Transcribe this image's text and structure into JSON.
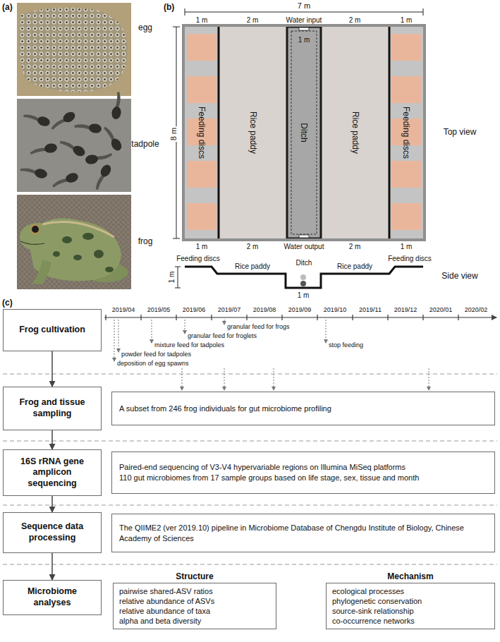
{
  "diagram": {
    "nodes": [
      {
        "text": [
          "Feeding discs"
        ]
      },
      {
        "text": [
          "Rice paddy"
        ]
      },
      {
        "text": [
          "Ditch"
        ]
      },
      {
        "text": [
          "Rice paddy"
        ]
      },
      {
        "text": [
          "Feeding discs"
        ]
      },
      {
        "text": [
          "Frog cultivation"
        ]
      },
      {
        "text": [
          "Frog and tissue sampling"
        ]
      },
      {
        "text": [
          "A subset from 246 frog individuals for gut microbiome profiling"
        ]
      },
      {
        "text": [
          "16S rRNA gene amplicon sequencing"
        ]
      },
      {
        "text": [
          "Paired-end sequencing of V3-V4 hypervariable regions on Illumina MiSeq platforms",
          "110 gut microbiomes from 17 sample groups based on life stage, sex, tissue and month"
        ]
      },
      {
        "text": [
          "Sequence data processing"
        ]
      },
      {
        "text": [
          "The QIIME2 (ver 2019.10) pipeline in Microbiome Database of Chengdu Institute of Biology, Chinese Academy of Sciences"
        ]
      },
      {
        "text": [
          "Microbiome analyses"
        ]
      },
      {
        "text": [
          "Structure",
          "pairwise shared-ASV ratios",
          "relative abundance of ASVs",
          "relative abundance of taxa",
          "alpha and beta diversity"
        ]
      },
      {
        "text": [
          "Mechanism",
          "ecological processes",
          "phylogenetic conservation",
          "source-sink relationship",
          "co-occurrence networks"
        ]
      }
    ],
    "edges": [
      {
        "from": 5,
        "to": 6,
        "arrow": "to"
      },
      {
        "from": 6,
        "to": 8,
        "arrow": "to"
      },
      {
        "from": 8,
        "to": 10,
        "arrow": "to"
      },
      {
        "from": 10,
        "to": 12,
        "arrow": "to"
      }
    ],
    "labels": [
      "(a)",
      "egg",
      "tadpole",
      "frog",
      "(b)",
      "7 m",
      "1 m",
      "2 m",
      "Water input",
      "2 m",
      "1 m",
      "8 m",
      "1 m",
      "Top view",
      "1 m",
      "2 m",
      "Water output",
      "2 m",
      "1 m",
      "Feeding discs",
      "Rice paddy",
      "Ditch",
      "Rice paddy",
      "Feeding discs",
      "1 m",
      "1 m",
      "Side view",
      "(c)",
      "2019/04",
      "2019/05",
      "2019/06",
      "2019/07",
      "2019/08",
      "2019/09",
      "2019/10",
      "2019/11",
      "2019/12",
      "2020/01",
      "2020/02",
      "deposition of egg spawns",
      "powder feed for tadpoles",
      "mixture feed for tadpoles",
      "granular feed for froglets",
      "granular feed for frogs",
      "stop feeding"
    ]
  }
}
